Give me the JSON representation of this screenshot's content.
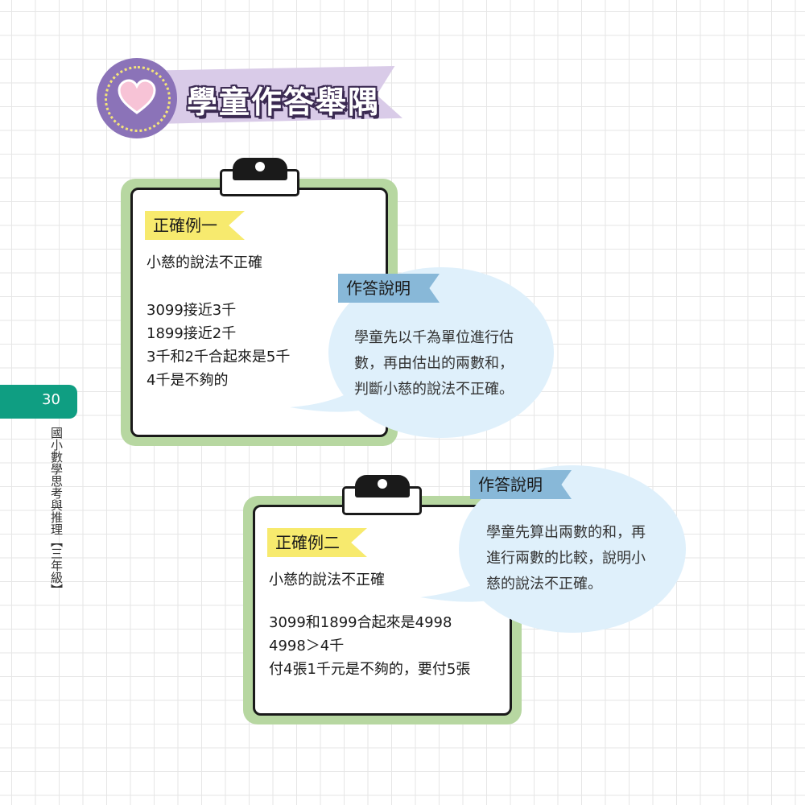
{
  "header": {
    "title": "學童作答舉隅"
  },
  "sidebar": {
    "page_number": "30",
    "book_title": "國小數學思考與推理【三年級】"
  },
  "example1": {
    "tag": "正確例一",
    "lines": [
      "小慈的說法不正確",
      "3099接近3千",
      "1899接近2千",
      "3千和2千合起來是5千",
      "4千是不夠的"
    ],
    "explanation_tag": "作答說明",
    "explanation_lines": [
      "學童先以千為單位進行估",
      "數，再由估出的兩數和，",
      "判斷小慈的說法不正確。"
    ]
  },
  "example2": {
    "tag": "正確例二",
    "lines": [
      "小慈的說法不正確",
      "3099和1899合起來是4998",
      "4998＞4千",
      "付4張1千元是不夠的，要付5張"
    ],
    "explanation_tag": "作答說明",
    "explanation_lines": [
      "學童先算出兩數的和，再",
      "進行兩數的比較，說明小",
      "慈的說法不正確。"
    ]
  },
  "colors": {
    "accent_purple": "#8b73b8",
    "ribbon_lavender": "#d9cbe8",
    "board_green": "#b7d7a1",
    "tag_yellow": "#f7ea6e",
    "tag_blue": "#88b8d8",
    "bubble_blue": "#dff0fb",
    "page_tab_teal": "#0f9e82"
  },
  "icons": {
    "header_icon": "heart-icon"
  }
}
